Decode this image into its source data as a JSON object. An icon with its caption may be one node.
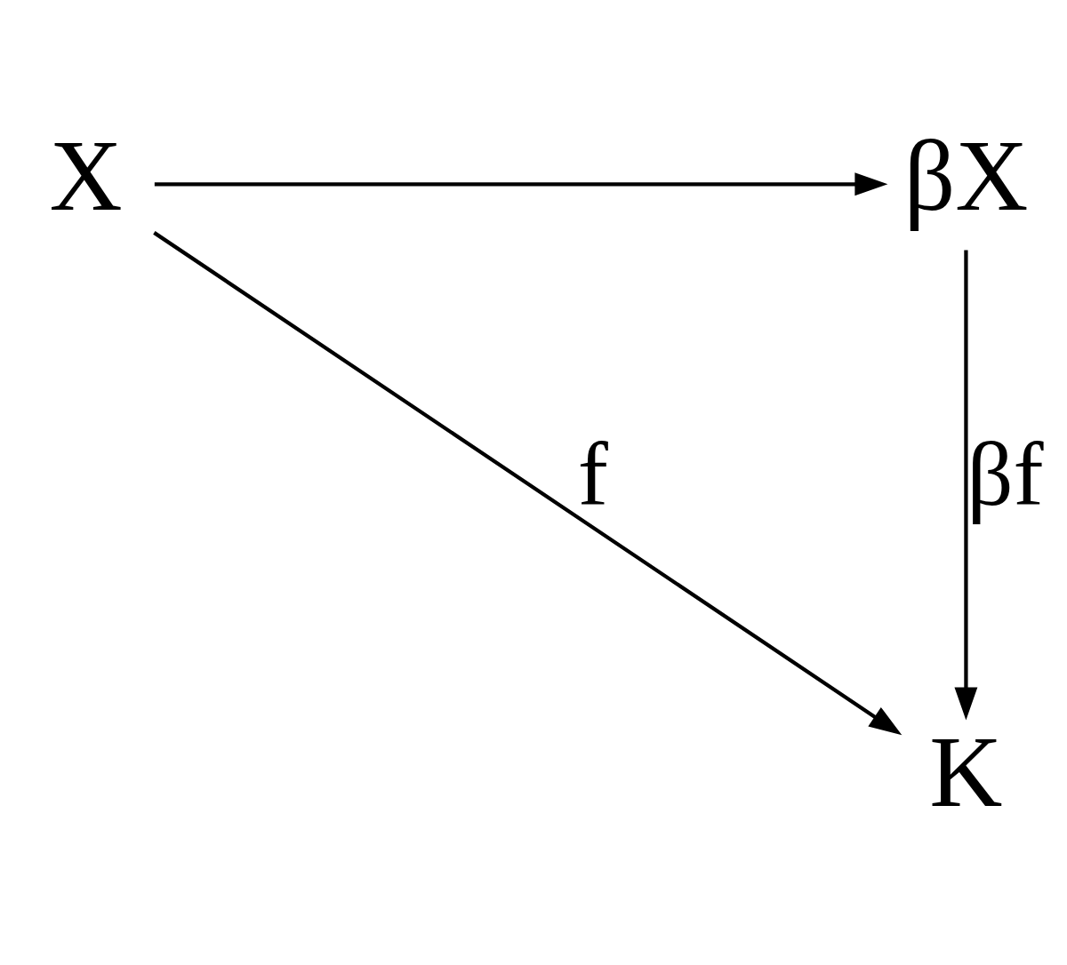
{
  "diagram": {
    "nodes": [
      {
        "text": [
          "X"
        ]
      },
      {
        "text": [
          "βX"
        ]
      },
      {
        "text": [
          "K"
        ]
      }
    ],
    "edges": [
      {
        "from": 0,
        "to": 1,
        "arrow": "to"
      },
      {
        "from": 0,
        "to": 2,
        "arrow": "to",
        "label": "f"
      },
      {
        "from": 1,
        "to": 2,
        "arrow": "to",
        "label": "βf"
      }
    ]
  }
}
